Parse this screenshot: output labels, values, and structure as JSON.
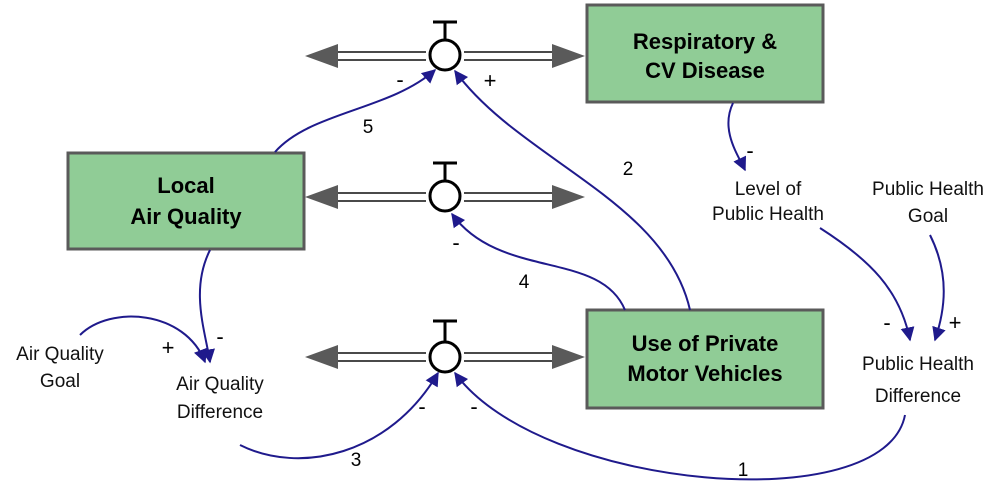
{
  "stocks": {
    "respiratory": {
      "line1": "Respiratory &",
      "line2": "CV Disease"
    },
    "air_quality": {
      "line1": "Local",
      "line2": "Air Quality"
    },
    "vehicles": {
      "line1": "Use of Private",
      "line2": "Motor Vehicles"
    }
  },
  "variables": {
    "level_public_health": {
      "line1": "Level of",
      "line2": "Public Health"
    },
    "public_health_goal": {
      "line1": "Public Health",
      "line2": "Goal"
    },
    "public_health_difference": {
      "line1": "Public Health",
      "line2": "Difference"
    },
    "air_quality_goal": {
      "line1": "Air Quality",
      "line2": "Goal"
    },
    "air_quality_difference": {
      "line1": "Air Quality",
      "line2": "Difference"
    }
  },
  "polarities": {
    "valve1_link5": "-",
    "valve1_link2": "+",
    "respiratory_to_level": "-",
    "valve2_link4": "-",
    "aq_to_aqdiff": "-",
    "aqgoal_to_aqdiff": "+",
    "valve3_link3": "-",
    "valve3_link1": "-",
    "level_to_phdiff": "-",
    "phgoal_to_phdiff": "+"
  },
  "link_numbers": {
    "link1": "1",
    "link2": "2",
    "link3": "3",
    "link4": "4",
    "link5": "5"
  },
  "colors": {
    "stock_fill": "#90cc96",
    "stock_border": "#5a5a5a",
    "link": "#1f1a8c",
    "pipe": "#4a4a4a"
  }
}
